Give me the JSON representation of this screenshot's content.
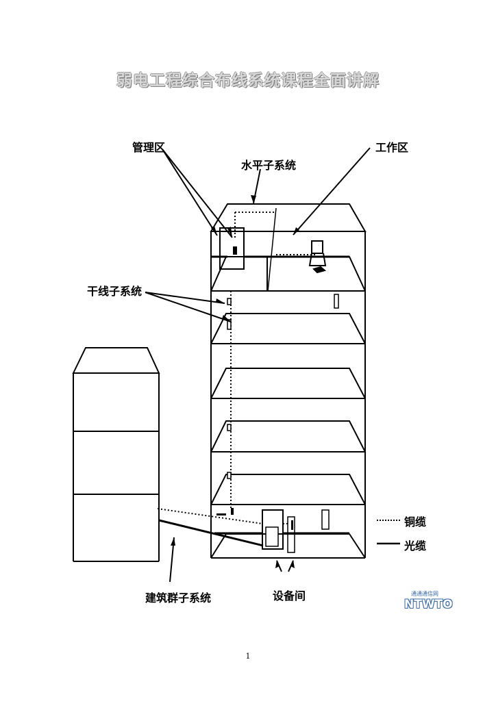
{
  "document": {
    "title": "弱电工程综合布线系统课程全面讲解",
    "page_number": "1"
  },
  "diagram": {
    "labels": {
      "management_area": "管理区",
      "horizontal_subsystem": "水平子系统",
      "work_area": "工作区",
      "backbone_subsystem": "干线子系统",
      "campus_subsystem": "建筑群子系统",
      "equipment_room": "设备间"
    },
    "legend": {
      "copper": "铜缆",
      "fiber": "光缆"
    }
  },
  "watermark": {
    "top_text": "通通通信网",
    "brand": "NTWTO",
    "brand_color": "#3a6aa8"
  }
}
